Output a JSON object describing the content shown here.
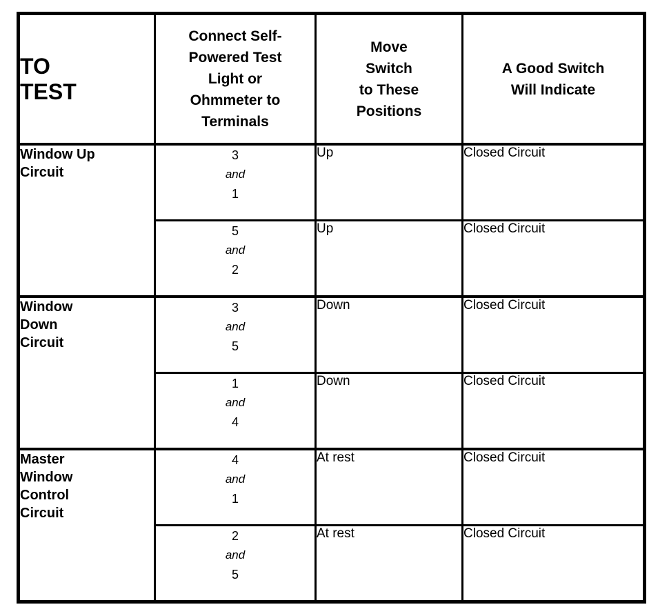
{
  "table": {
    "headers": {
      "to_test": "TO\nTEST",
      "to_test_line1": "TO",
      "to_test_line2": "TEST",
      "connect": "Connect Self-Powered Test Light or Ohmmeter to Terminals",
      "connect_lines": [
        "Connect Self-",
        "Powered Test",
        "Light or",
        "Ohmmeter to",
        "Terminals"
      ],
      "move": "Move Switch to These Positions",
      "move_lines": [
        "Move",
        "Switch",
        "to These",
        "Positions"
      ],
      "indicate": "A Good Switch Will Indicate",
      "indicate_lines": [
        "A Good Switch",
        "Will Indicate"
      ]
    },
    "groups": [
      {
        "label": "Window Up\nCircuit",
        "label_lines": [
          "Window Up",
          "Circuit"
        ],
        "rows": [
          {
            "terminal_a": "3",
            "conjunction": "and",
            "terminal_b": "1",
            "position": "Up",
            "indication": "Closed Circuit"
          },
          {
            "terminal_a": "5",
            "conjunction": "and",
            "terminal_b": "2",
            "position": "Up",
            "indication": "Closed Circuit"
          }
        ]
      },
      {
        "label": "Window\nDown\nCircuit",
        "label_lines": [
          "Window",
          "Down",
          "Circuit"
        ],
        "rows": [
          {
            "terminal_a": "3",
            "conjunction": "and",
            "terminal_b": "5",
            "position": "Down",
            "indication": "Closed Circuit"
          },
          {
            "terminal_a": "1",
            "conjunction": "and",
            "terminal_b": "4",
            "position": "Down",
            "indication": "Closed Circuit"
          }
        ]
      },
      {
        "label": "Master\nWindow\nControl\nCircuit",
        "label_lines": [
          "Master",
          "Window",
          "Control",
          "Circuit"
        ],
        "rows": [
          {
            "terminal_a": "4",
            "conjunction": "and",
            "terminal_b": "1",
            "position": "At rest",
            "indication": "Closed Circuit"
          },
          {
            "terminal_a": "2",
            "conjunction": "and",
            "terminal_b": "5",
            "position": "At rest",
            "indication": "Closed Circuit"
          }
        ]
      }
    ]
  },
  "colors": {
    "ink": "#000000",
    "paper": "#ffffff"
  }
}
